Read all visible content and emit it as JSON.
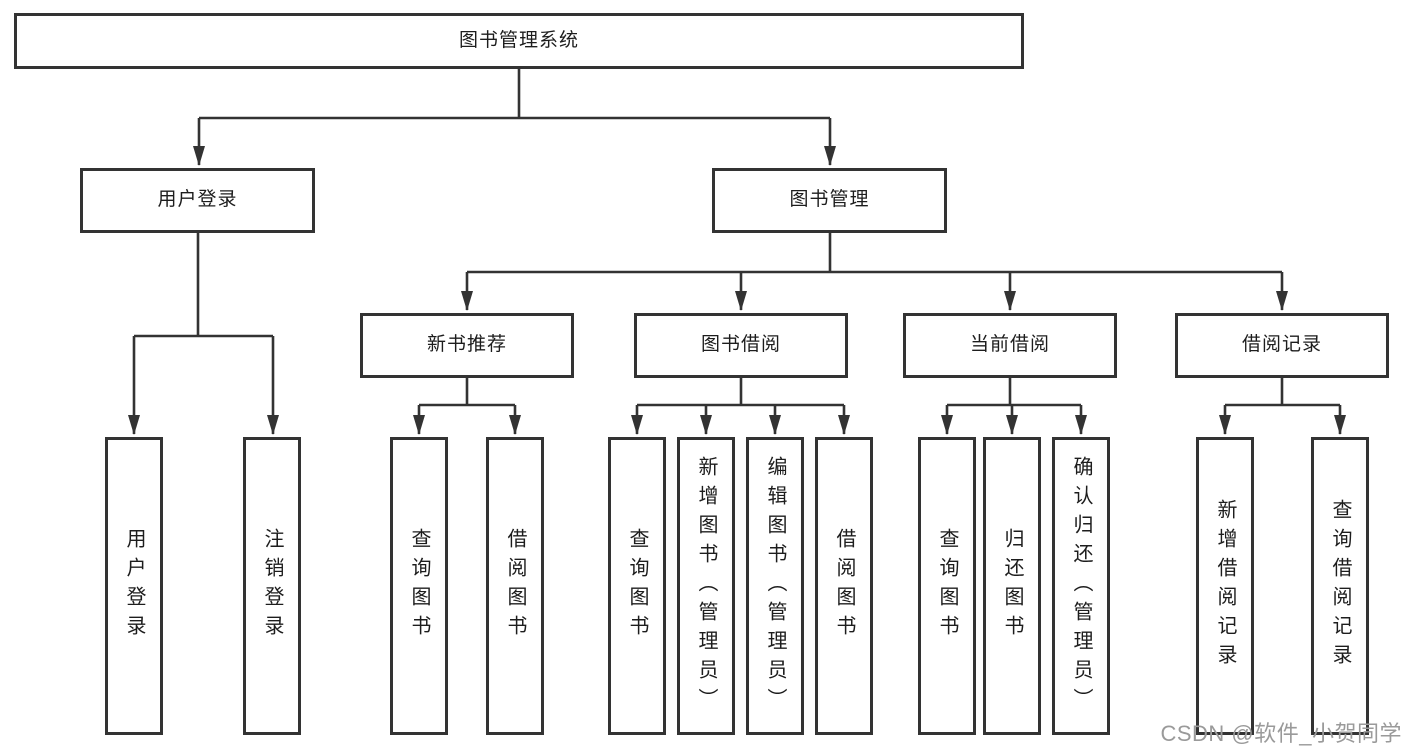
{
  "diagram_title": "图书管理系统",
  "colors": {
    "line": "#333333",
    "text": "#1d1d1d",
    "box-bg": "#ffffff",
    "page-bg": "#ffffff",
    "watermark": "#9a9a9a"
  },
  "nodes": {
    "root": {
      "label": "图书管理系统"
    },
    "user_login": {
      "label": "用户登录"
    },
    "book_mgmt": {
      "label": "图书管理"
    },
    "new_book_rec": {
      "label": "新书推荐"
    },
    "book_borrow": {
      "label": "图书借阅"
    },
    "current_borrow": {
      "label": "当前借阅"
    },
    "borrow_records": {
      "label": "借阅记录"
    },
    "leaf_user_login": {
      "label": "用户登录"
    },
    "leaf_logout": {
      "label": "注销登录"
    },
    "leaf_nbr_query": {
      "label": "查询图书"
    },
    "leaf_nbr_borrow": {
      "label": "借阅图书"
    },
    "leaf_bb_query": {
      "label": "查询图书"
    },
    "leaf_bb_add": {
      "label": "新增图书（管理员）"
    },
    "leaf_bb_edit": {
      "label": "编辑图书（管理员）"
    },
    "leaf_bb_borrow": {
      "label": "借阅图书"
    },
    "leaf_cb_query": {
      "label": "查询图书"
    },
    "leaf_cb_return": {
      "label": "归还图书"
    },
    "leaf_cb_confirm": {
      "label": "确认归还（管理员）"
    },
    "leaf_br_add": {
      "label": "新增借阅记录"
    },
    "leaf_br_query": {
      "label": "查询借阅记录"
    }
  },
  "watermark": {
    "text": "CSDN @软件_小贺同学"
  }
}
